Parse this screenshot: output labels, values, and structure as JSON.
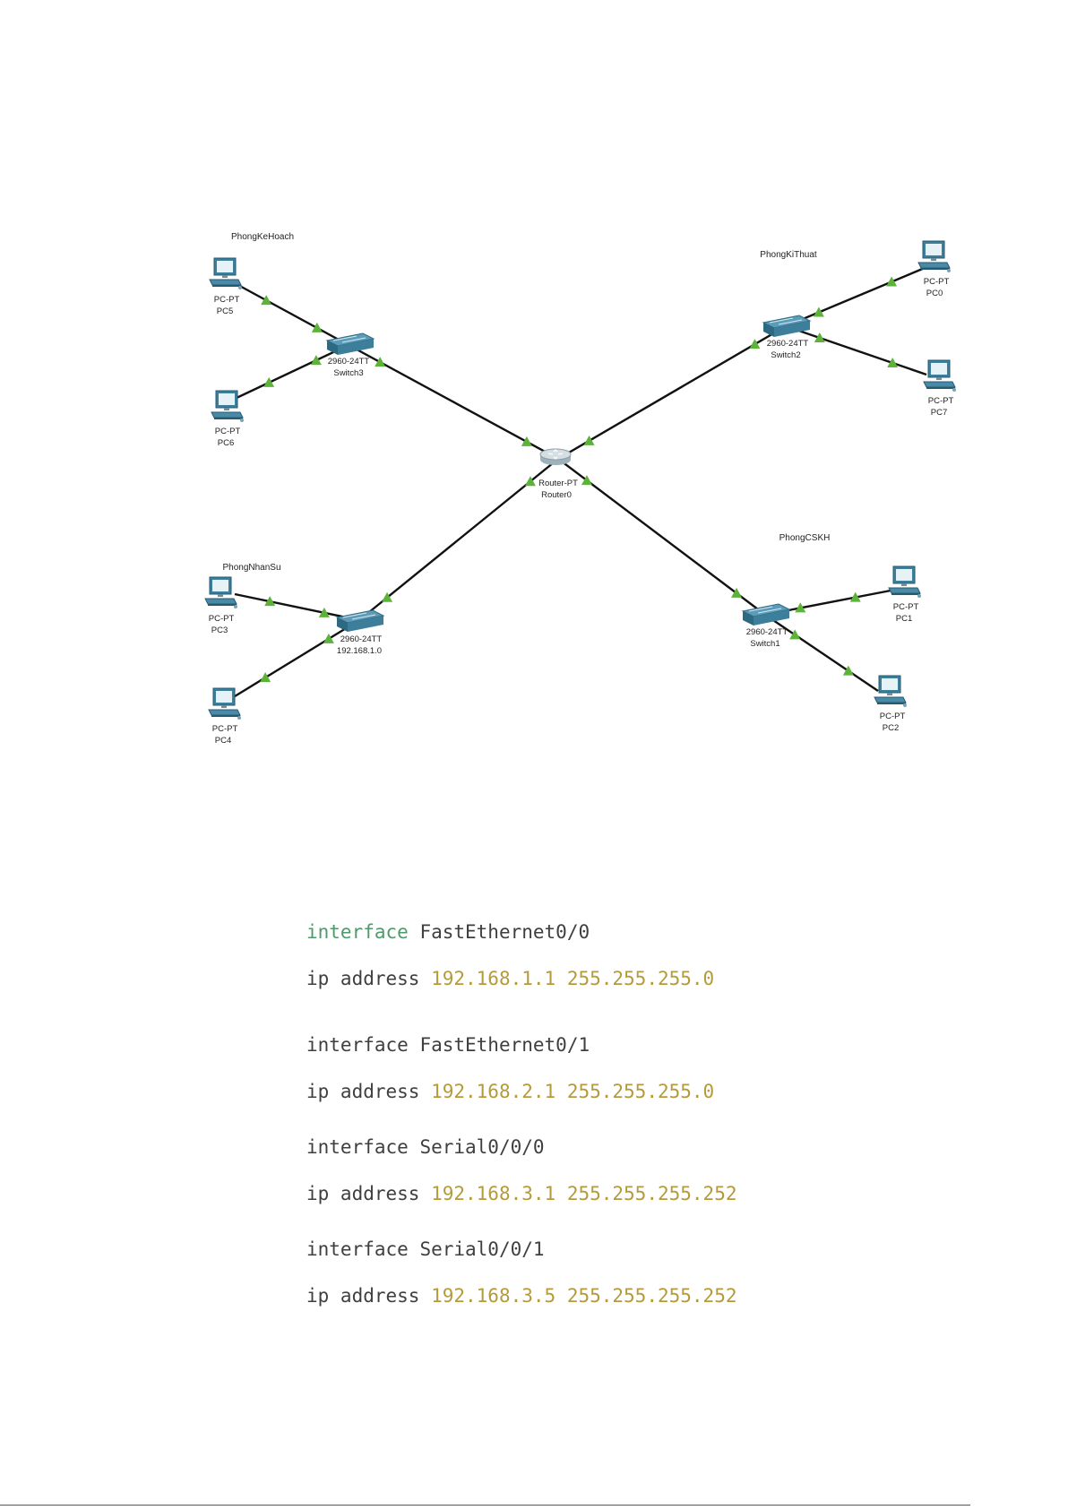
{
  "diagram": {
    "areas": [
      {
        "id": "ke-hoach",
        "label": "PhongKeHoach"
      },
      {
        "id": "ki-thuat",
        "label": "PhongKiThuat"
      },
      {
        "id": "nhan-su",
        "label": "PhongNhanSu"
      },
      {
        "id": "cskh",
        "label": "PhongCSKH"
      }
    ],
    "router": {
      "model": "Router-PT",
      "name": "Router0"
    },
    "switches": [
      {
        "id": "switch3",
        "model": "2960-24TT",
        "name": "Switch3"
      },
      {
        "id": "switch2",
        "model": "2960-24TT",
        "name": "Switch2"
      },
      {
        "id": "switch-nhansu",
        "model": "2960-24TT",
        "name": "192.168.1.0"
      },
      {
        "id": "switch1",
        "model": "2960-24TT",
        "name": "Switch1"
      }
    ],
    "pcs": [
      {
        "id": "pc5",
        "model": "PC-PT",
        "name": "PC5"
      },
      {
        "id": "pc6",
        "model": "PC-PT",
        "name": "PC6"
      },
      {
        "id": "pc0",
        "model": "PC-PT",
        "name": "PC0"
      },
      {
        "id": "pc7",
        "model": "PC-PT",
        "name": "PC7"
      },
      {
        "id": "pc3",
        "model": "PC-PT",
        "name": "PC3"
      },
      {
        "id": "pc4",
        "model": "PC-PT",
        "name": "PC4"
      },
      {
        "id": "pc1",
        "model": "PC-PT",
        "name": "PC1"
      },
      {
        "id": "pc2",
        "model": "PC-PT",
        "name": "PC2"
      }
    ],
    "links": [
      [
        "pc5",
        "switch3"
      ],
      [
        "pc6",
        "switch3"
      ],
      [
        "switch3",
        "router"
      ],
      [
        "pc0",
        "switch2"
      ],
      [
        "pc7",
        "switch2"
      ],
      [
        "switch2",
        "router"
      ],
      [
        "pc3",
        "switch-nhansu"
      ],
      [
        "pc4",
        "switch-nhansu"
      ],
      [
        "switch-nhansu",
        "router"
      ],
      [
        "pc1",
        "switch1"
      ],
      [
        "pc2",
        "switch1"
      ],
      [
        "switch1",
        "router"
      ]
    ],
    "colors": {
      "link": "#111111",
      "link_up": "#5db33a",
      "device": "#3d7e9a"
    }
  },
  "config": [
    {
      "keyword": "interface",
      "name": "FastEthernet0/0"
    },
    {
      "prefix": "ip address",
      "ip": "192.168.1.1",
      "mask": "255.255.255.0"
    },
    {
      "keyword": "interface",
      "name": "FastEthernet0/1"
    },
    {
      "prefix": "ip address",
      "ip": "192.168.2.1",
      "mask": "255.255.255.0"
    },
    {
      "keyword": "interface",
      "name": "Serial0/0/0"
    },
    {
      "prefix": "ip address",
      "ip": "192.168.3.1",
      "mask": "255.255.255.252"
    },
    {
      "keyword": "interface",
      "name": "Serial0/0/1"
    },
    {
      "prefix": "ip address",
      "ip": "192.168.3.5",
      "mask": "255.255.255.252"
    }
  ]
}
